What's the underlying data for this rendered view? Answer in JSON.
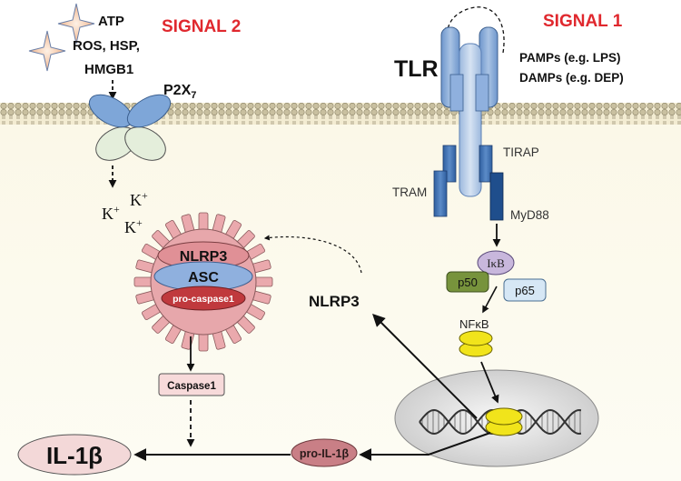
{
  "signals": {
    "signal2": "SIGNAL 2",
    "signal1": "SIGNAL 1"
  },
  "stimuli2": [
    "ATP",
    "ROS, HSP,",
    "HMGB1"
  ],
  "stimuli1": [
    "PAMPs (e.g. LPS)",
    "DAMPs (e.g. DEP)"
  ],
  "receptors": {
    "p2x7_main": "P2X",
    "p2x7_sub": "7",
    "tlr": "TLR"
  },
  "adaptors": {
    "tirap": "TIRAP",
    "tram": "TRAM",
    "myd88": "MyD88"
  },
  "ions": {
    "k_base": "K",
    "k_charge": "+"
  },
  "inflammasome": {
    "nlrp3": "NLRP3",
    "asc": "ASC",
    "procaspase": "pro-caspase1"
  },
  "nfkb_complex": {
    "ikb": "IκB",
    "p50": "p50",
    "p65": "p65",
    "nfkb": "NFκB"
  },
  "products": {
    "nlrp3_free": "NLRP3",
    "caspase1": "Caspase1",
    "pro_il1b": "pro-IL-1β",
    "il1b": "IL-1β"
  },
  "colors": {
    "signal_red": "#e0282e",
    "membrane": "#f3ead0",
    "cytoplasm": "#fbf8ea",
    "receptor_blue": "#7ea6d8",
    "tlr_light": "#a9c3e4",
    "adaptor_blue": "#3f72b5",
    "myd88_dark": "#1f4e8c",
    "p2x7_green": "#e4eedb",
    "inflammasome_pink": "#e7a7ab",
    "asc_blue": "#8fb0de",
    "procaspase_red": "#c0393d",
    "nfkb_yellow": "#f1e41b",
    "p50_green": "#77933c",
    "p65_blue": "#d6e7f5",
    "ikb_purple": "#c8b7dc",
    "caspase_pink": "#f7dada",
    "il1b_pink": "#f3d8d8",
    "nucleus_gray": "#e6e6e6"
  },
  "icons": [
    "star-burst-icon",
    "dna-helix-icon"
  ]
}
